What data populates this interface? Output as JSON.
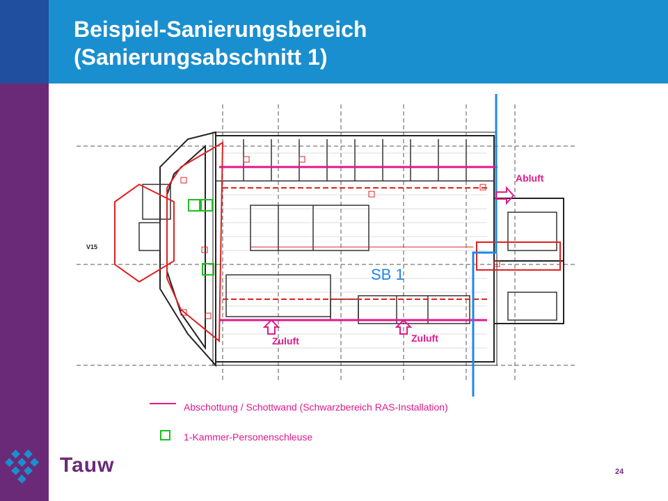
{
  "title": {
    "line1": "Beispiel-Sanierungsbereich",
    "line2": "(Sanierungsabschnitt 1)"
  },
  "plan_labels": {
    "abluft": "Abluft",
    "zuluft_left": "Zuluft",
    "zuluft_right": "Zuluft",
    "section": "SB 1",
    "wing": "V15"
  },
  "legend": {
    "barrier": "Abschottung / Schottwand (Schwarzbereich RAS-Installation)",
    "airlock": "1-Kammer-Personenschleuse"
  },
  "footer": {
    "brand": "Tauw",
    "page_number": "24"
  },
  "colors": {
    "sidebar": "#6b2a78",
    "sidebar_top": "#1f4f9e",
    "header": "#1a8fcf",
    "barrier": "#e0188c",
    "section_line": "#1e88e5",
    "airlock": "#1bc11b",
    "fire_zone": "#e02020"
  },
  "icons": [
    "logo-icon",
    "airlock-icon",
    "airflow-arrow-icon"
  ]
}
